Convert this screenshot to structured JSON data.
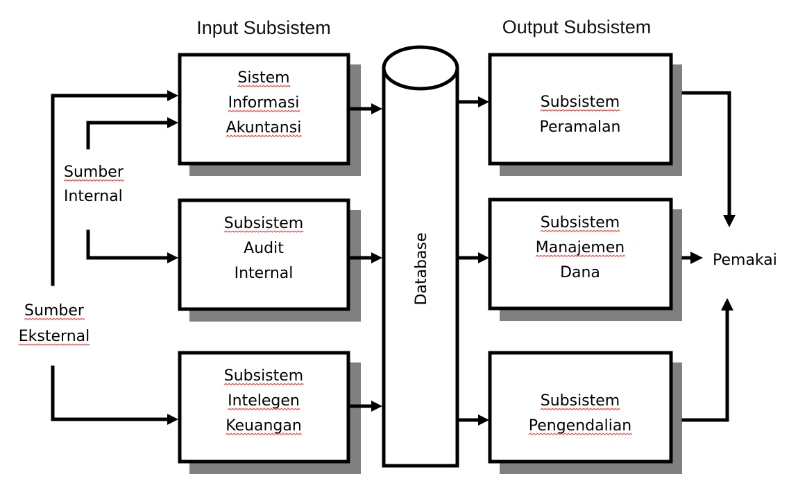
{
  "headings": {
    "input": "Input Subsistem",
    "output": "Output Subsistem"
  },
  "sources": {
    "internal": [
      "Sumber",
      "Internal"
    ],
    "external": [
      "Sumber",
      "Eksternal"
    ]
  },
  "input_boxes": [
    {
      "lines": [
        "Sistem",
        "Informasi",
        "Akuntansi"
      ],
      "spellcheck": [
        true,
        true,
        true
      ]
    },
    {
      "lines": [
        "Subsistem",
        "Audit",
        "Internal"
      ],
      "spellcheck": [
        true,
        false,
        false
      ]
    },
    {
      "lines": [
        "Subsistem",
        "Intelegen",
        "Keuangan"
      ],
      "spellcheck": [
        true,
        true,
        true
      ]
    }
  ],
  "database": {
    "label": "Database"
  },
  "output_boxes": [
    {
      "lines": [
        "Subsistem",
        "Peramalan"
      ],
      "spellcheck": [
        true,
        false
      ]
    },
    {
      "lines": [
        "Subsistem",
        "Manajemen",
        "Dana"
      ],
      "spellcheck": [
        true,
        true,
        false
      ]
    },
    {
      "lines": [
        "Subsistem",
        "Pengendalian"
      ],
      "spellcheck": [
        true,
        true
      ]
    }
  ],
  "user": {
    "label": "Pemakai"
  },
  "colors": {
    "line": "#000000",
    "shadow": "#808080",
    "spellcheck": "#ff3b3b"
  }
}
